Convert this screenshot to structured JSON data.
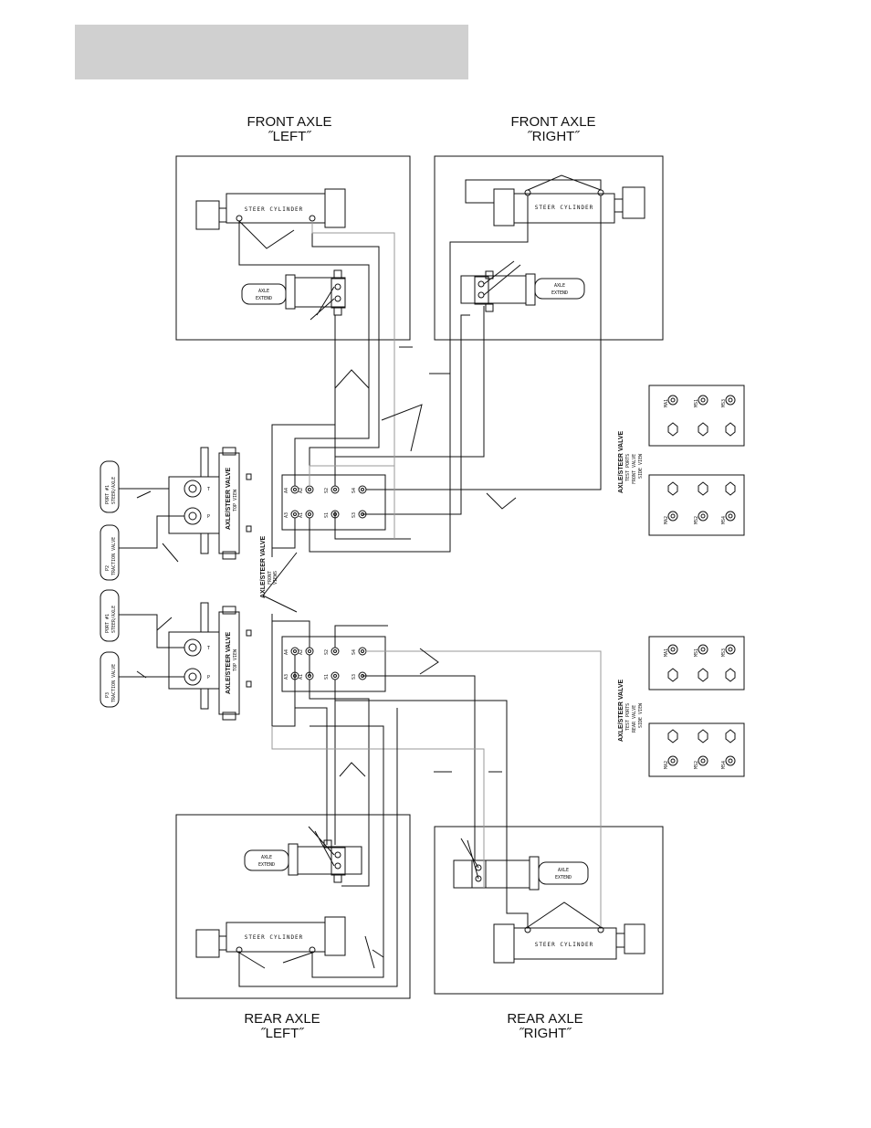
{
  "header_bar": {
    "color": "#d0d0d0"
  },
  "titles": {
    "front_left": [
      "FRONT  AXLE",
      "˝LEFT˝"
    ],
    "front_right": [
      "FRONT  AXLE",
      "˝RIGHT˝"
    ],
    "rear_left": [
      "REAR  AXLE",
      "˝LEFT˝"
    ],
    "rear_right": [
      "REAR  AXLE",
      "˝RIGHT˝"
    ]
  },
  "labels": {
    "steer_cylinder": "STEER CYLINDER",
    "axle": "AXLE",
    "extend": "EXTEND",
    "steer_valve_top_view": "AXLE/STEER VALVE",
    "top_view": "TOP VIEW",
    "front_views": [
      "AXLE/STEER VALVE",
      "FRONT",
      "VIEWS"
    ],
    "port_steer_axle": [
      "PORT #1",
      "STEER/AXLE"
    ],
    "traction_valve": [
      "P2",
      "TRACTION VALVE"
    ],
    "traction_valve_rear": [
      "P3",
      "TRACTION VALVE"
    ],
    "test_ports_front": [
      "AXLE/STEER VALVE",
      "TEST PORTS",
      "FRONT VALVE",
      "SIDE VIEW"
    ],
    "test_ports_rear": [
      "AXLE/STEER VALVE",
      "TEST PORTS",
      "REAR VALVE",
      "SIDE VIEW"
    ],
    "port_T": "T",
    "port_P": "P"
  },
  "valve_ports_top": [
    "A4",
    "A2",
    "S2",
    "S4"
  ],
  "valve_ports_bottom": [
    "A3",
    "A1",
    "S1",
    "S3"
  ],
  "test_ports_row1": [
    "MA1",
    "MS1",
    "MS3"
  ],
  "test_ports_row2": [
    "MA2",
    "MS2",
    "MS4"
  ],
  "axle_valve_ports": [
    "A2",
    "A1"
  ]
}
